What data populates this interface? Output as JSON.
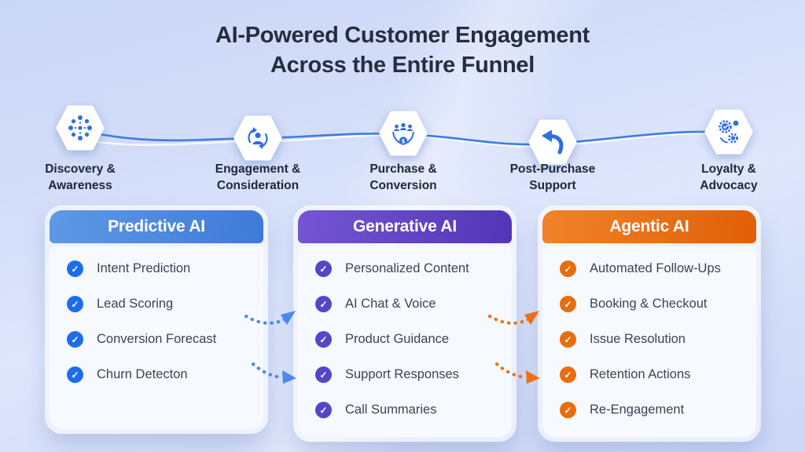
{
  "title": {
    "line1": "AI-Powered Customer Engagement",
    "line2": "Across the Entire Funnel"
  },
  "funnel": {
    "stages": [
      {
        "line1": "Discovery &",
        "line2": "Awareness",
        "icon": "network-burst-icon"
      },
      {
        "line1": "Engagement &",
        "line2": "Consideration",
        "icon": "user-refresh-icon"
      },
      {
        "line1": "Purchase &",
        "line2": "Conversion",
        "icon": "buyers-payment-icon"
      },
      {
        "line1": "Post-Purchase",
        "line2": "Support",
        "icon": "return-arrow-icon"
      },
      {
        "line1": "Loyalty &",
        "line2": "Advocacy",
        "icon": "badge-gear-icon"
      }
    ]
  },
  "cards": [
    {
      "title": "Predictive AI",
      "accent": "#4180db",
      "items": [
        "Intent Prediction",
        "Lead Scoring",
        "Conversion Forecast",
        "Churn Detecton"
      ]
    },
    {
      "title": "Generative AI",
      "accent": "#6247c8",
      "items": [
        "Personalized Content",
        "AI Chat & Voice",
        "Product Guidance",
        "Support Responses",
        "Call Summaries"
      ]
    },
    {
      "title": "Agentic AI",
      "accent": "#e8710f",
      "items": [
        "Automated Follow-Ups",
        "Booking & Checkout",
        "Issue Resolution",
        "Retention Actions",
        "Re-Engagement"
      ]
    }
  ],
  "icons": {
    "check": "✓"
  },
  "colors": {
    "background_top": "#cbd7f7",
    "background_light": "#dfe7fc",
    "title_text": "#272d40",
    "connector_line": "#3e7ce0",
    "blue_accent": "#1d6dea",
    "purple_accent": "#5546c4",
    "orange_accent": "#e76d0e",
    "arrow_blue": "#4b87ee",
    "arrow_orange": "#ef7014"
  }
}
